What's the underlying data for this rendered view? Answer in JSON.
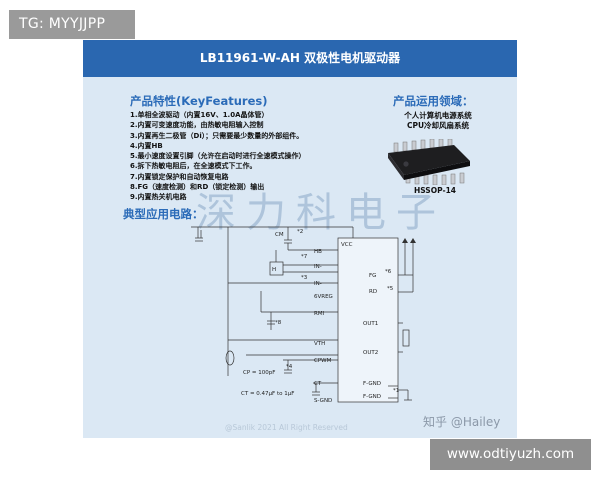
{
  "source_tag": "TG: MYYJJPP",
  "card": {
    "title": "LB11961-W-AH 双极性电机驱动器",
    "features_title": "产品特性(KeyFeatures)",
    "features": [
      "1.单相全波驱动（内置16V、1.0A晶体管）",
      "2.内置可变速度功能，由热敏电阻输入控制",
      "3.内置再生二极管（Di）；只需要最少数量的外部组件。",
      "4.内置HB",
      "5.最小速度设置引脚（允许在启动时进行全速模式操作）",
      "6.拆下热敏电阻后，在全速模式下工作。",
      "7.内置锁定保护和自动恢复电路",
      "8.FG（速度检测）和RD（锁定检测）输出",
      "9.内置热关机电路"
    ],
    "apps_title": "产品运用领域：",
    "apps": [
      "个人计算机电源系统",
      "CPU冷却风扇系统"
    ],
    "package_label": "HSSOP-14",
    "circuit_title": "典型应用电路：",
    "watermark": "深力科电子",
    "footer_reserved": "@Sanlik 2021  All Right Reserved"
  },
  "circuit": {
    "vcc": "VCC",
    "left_pins": [
      "HB",
      "IN-",
      "IN-",
      "6VREG",
      "RMI",
      "VTH",
      "CPWM",
      "CT",
      "S-GND"
    ],
    "right_pins": [
      "FG",
      "RD",
      "OUT1",
      "OUT2",
      "F-GND",
      "F-GND"
    ],
    "component_labels": {
      "cm": "CM",
      "cp": "CP = 100pF",
      "ct": "CT = 0.47μF to 1μF",
      "hall": "H",
      "notes": [
        "*2",
        "*7",
        "*3",
        "*8",
        "*4",
        "*6",
        "*5",
        "*1"
      ]
    }
  },
  "zhihu_watermark": "知乎 @Hailey",
  "site_badge": "www.odtiyuzh.com",
  "colors": {
    "header_blue": "#2a67b0",
    "card_bg": "#dbe8f4",
    "section_blue": "#2b6bb8",
    "tag_gray": "#9a9a9a"
  }
}
